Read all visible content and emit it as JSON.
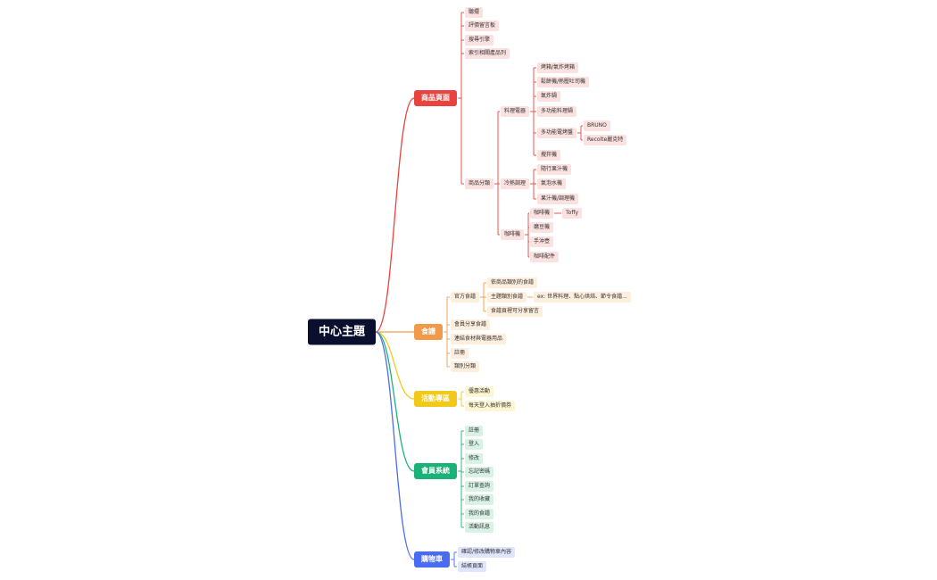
{
  "root": {
    "label": "中心主題"
  },
  "colors": {
    "red": "#e8433f",
    "orange": "#f09a4a",
    "yellow": "#f2c81b",
    "green": "#1bb27a",
    "blue": "#4a6cf0"
  },
  "branches": [
    {
      "id": "product",
      "label": "商品頁面",
      "color": "#e8433f",
      "fill": "#fbe1df",
      "children": [
        {
          "label": "聽擺"
        },
        {
          "label": "評價留言板"
        },
        {
          "label": "搜尋引擎"
        },
        {
          "label": "索引相關產品列"
        },
        {
          "label": "商品分類",
          "children": [
            {
              "label": "料理電器",
              "children": [
                {
                  "label": "烤箱/氣炸烤箱"
                },
                {
                  "label": "鬆餅機/熱壓吐司機"
                },
                {
                  "label": "氣炸鍋"
                },
                {
                  "label": "多功能料理鍋"
                },
                {
                  "label": "多功能電烤盤",
                  "children": [
                    {
                      "label": "BRUNO"
                    },
                    {
                      "label": "Recolte麗克特"
                    }
                  ]
                },
                {
                  "label": "攪拌機"
                }
              ]
            },
            {
              "label": "冷熱調理",
              "children": [
                {
                  "label": "隨行果汁機"
                },
                {
                  "label": "氣泡水機"
                },
                {
                  "label": "果汁機/調理機"
                }
              ]
            },
            {
              "label": "咖啡機",
              "children": [
                {
                  "label": "咖啡機",
                  "children": [
                    {
                      "label": "Toffy"
                    }
                  ]
                },
                {
                  "label": "磨豆機"
                },
                {
                  "label": "手沖壺"
                },
                {
                  "label": "咖啡配件"
                }
              ]
            }
          ]
        }
      ]
    },
    {
      "id": "recipe",
      "label": "食譜",
      "color": "#f09a4a",
      "fill": "#fdeedd",
      "children": [
        {
          "label": "官方食譜",
          "children": [
            {
              "label": "依商品類別的食譜"
            },
            {
              "label": "主題類別食譜",
              "children": [
                {
                  "label": "ex: 世界料理、點心烘焙、節令食譜..."
                }
              ]
            },
            {
              "label": "食譜頁裡可分享留言"
            }
          ]
        },
        {
          "label": "會員分享食譜"
        },
        {
          "label": "連結食材與電器用品"
        },
        {
          "label": "註冊"
        },
        {
          "label": "類別分類"
        }
      ]
    },
    {
      "id": "events",
      "label": "活動專區",
      "color": "#f2c81b",
      "fill": "#fdf6d3",
      "children": [
        {
          "label": "優惠活動"
        },
        {
          "label": "每天登入抽折價券"
        }
      ]
    },
    {
      "id": "member",
      "label": "會員系統",
      "color": "#1bb27a",
      "fill": "#d8f3e6",
      "children": [
        {
          "label": "註冊"
        },
        {
          "label": "登入"
        },
        {
          "label": "修改"
        },
        {
          "label": "忘記密碼"
        },
        {
          "label": "訂單查詢"
        },
        {
          "label": "我的收藏"
        },
        {
          "label": "我的食譜"
        },
        {
          "label": "活動訊息"
        }
      ]
    },
    {
      "id": "cart",
      "label": "購物車",
      "color": "#4a6cf0",
      "fill": "#dfe5fc",
      "children": [
        {
          "label": "確認/修改購物車內容"
        },
        {
          "label": "結帳頁面"
        }
      ]
    }
  ]
}
